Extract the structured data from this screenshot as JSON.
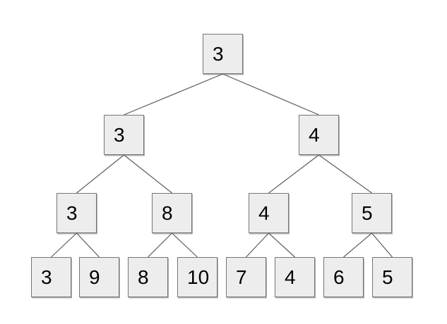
{
  "diagram": {
    "type": "binary-tree",
    "description": "Tournament-style minimum tree: each parent holds the smaller value of its two children",
    "colors": {
      "background": "#ffffff",
      "node_fill": "#ededed",
      "node_border": "#757575",
      "edge": "#5b5b5b",
      "text": "#000000"
    },
    "nodes": [
      {
        "id": "root",
        "value": "3",
        "level": 0,
        "parent": null
      },
      {
        "id": "n1-0",
        "value": "3",
        "level": 1,
        "parent": "root"
      },
      {
        "id": "n1-1",
        "value": "4",
        "level": 1,
        "parent": "root"
      },
      {
        "id": "n2-0",
        "value": "3",
        "level": 2,
        "parent": "n1-0"
      },
      {
        "id": "n2-1",
        "value": "8",
        "level": 2,
        "parent": "n1-0"
      },
      {
        "id": "n2-2",
        "value": "4",
        "level": 2,
        "parent": "n1-1"
      },
      {
        "id": "n2-3",
        "value": "5",
        "level": 2,
        "parent": "n1-1"
      },
      {
        "id": "n3-0",
        "value": "3",
        "level": 3,
        "parent": "n2-0"
      },
      {
        "id": "n3-1",
        "value": "9",
        "level": 3,
        "parent": "n2-0"
      },
      {
        "id": "n3-2",
        "value": "8",
        "level": 3,
        "parent": "n2-1"
      },
      {
        "id": "n3-3",
        "value": "10",
        "level": 3,
        "parent": "n2-1"
      },
      {
        "id": "n3-4",
        "value": "7",
        "level": 3,
        "parent": "n2-2"
      },
      {
        "id": "n3-5",
        "value": "4",
        "level": 3,
        "parent": "n2-2"
      },
      {
        "id": "n3-6",
        "value": "6",
        "level": 3,
        "parent": "n2-3"
      },
      {
        "id": "n3-7",
        "value": "5",
        "level": 3,
        "parent": "n2-3"
      }
    ],
    "leaf_values": [
      "3",
      "9",
      "8",
      "10",
      "7",
      "4",
      "6",
      "5"
    ]
  }
}
